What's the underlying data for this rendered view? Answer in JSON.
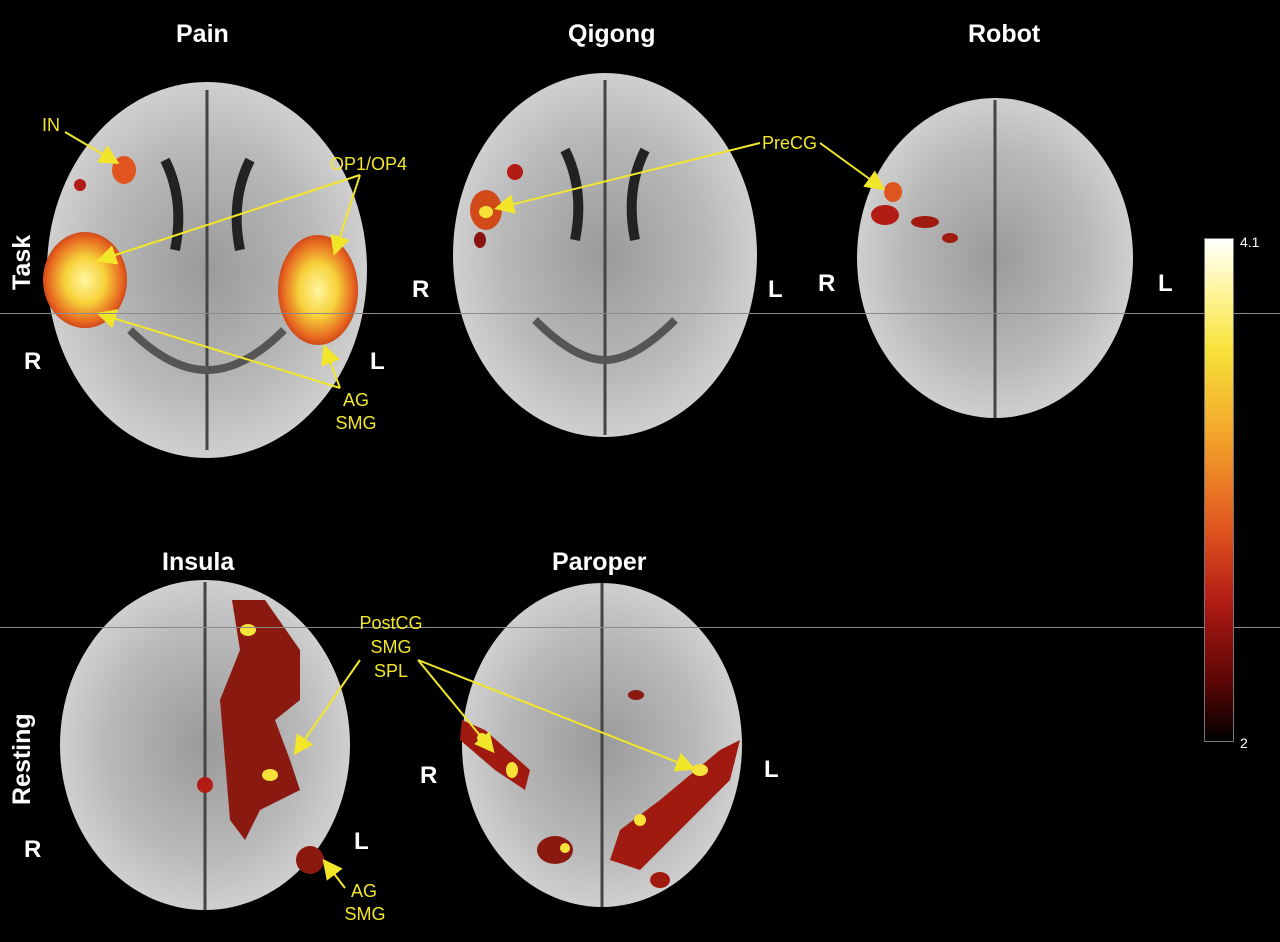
{
  "panels": {
    "pain": {
      "title": "Pain",
      "right": "R",
      "left": "L"
    },
    "qigong": {
      "title": "Qigong",
      "right": "R",
      "left": "L"
    },
    "robot": {
      "title": "Robot",
      "right": "R",
      "left": "L"
    },
    "insula": {
      "title": "Insula",
      "right": "R",
      "left": "L"
    },
    "paroper": {
      "title": "Paroper",
      "right": "R",
      "left": "L"
    }
  },
  "row_labels": {
    "task": "Task",
    "resting": "Resting"
  },
  "annotations": {
    "in": "IN",
    "op1op4": "OP1/OP4",
    "precg": "PreCG",
    "ag_pain": "AG",
    "smg_pain": "SMG",
    "postcg": "PostCG",
    "smg_par": "SMG",
    "spl": "SPL",
    "ag_ins": "AG",
    "smg_ins": "SMG"
  },
  "colorbar": {
    "max": "4.1",
    "min": "2",
    "colors": [
      "#ffffff",
      "#f7e23a",
      "#f3a12a",
      "#e0541f",
      "#b31c14",
      "#000000"
    ]
  },
  "colors": {
    "annotation": "#f2e62a",
    "background": "#000000"
  }
}
